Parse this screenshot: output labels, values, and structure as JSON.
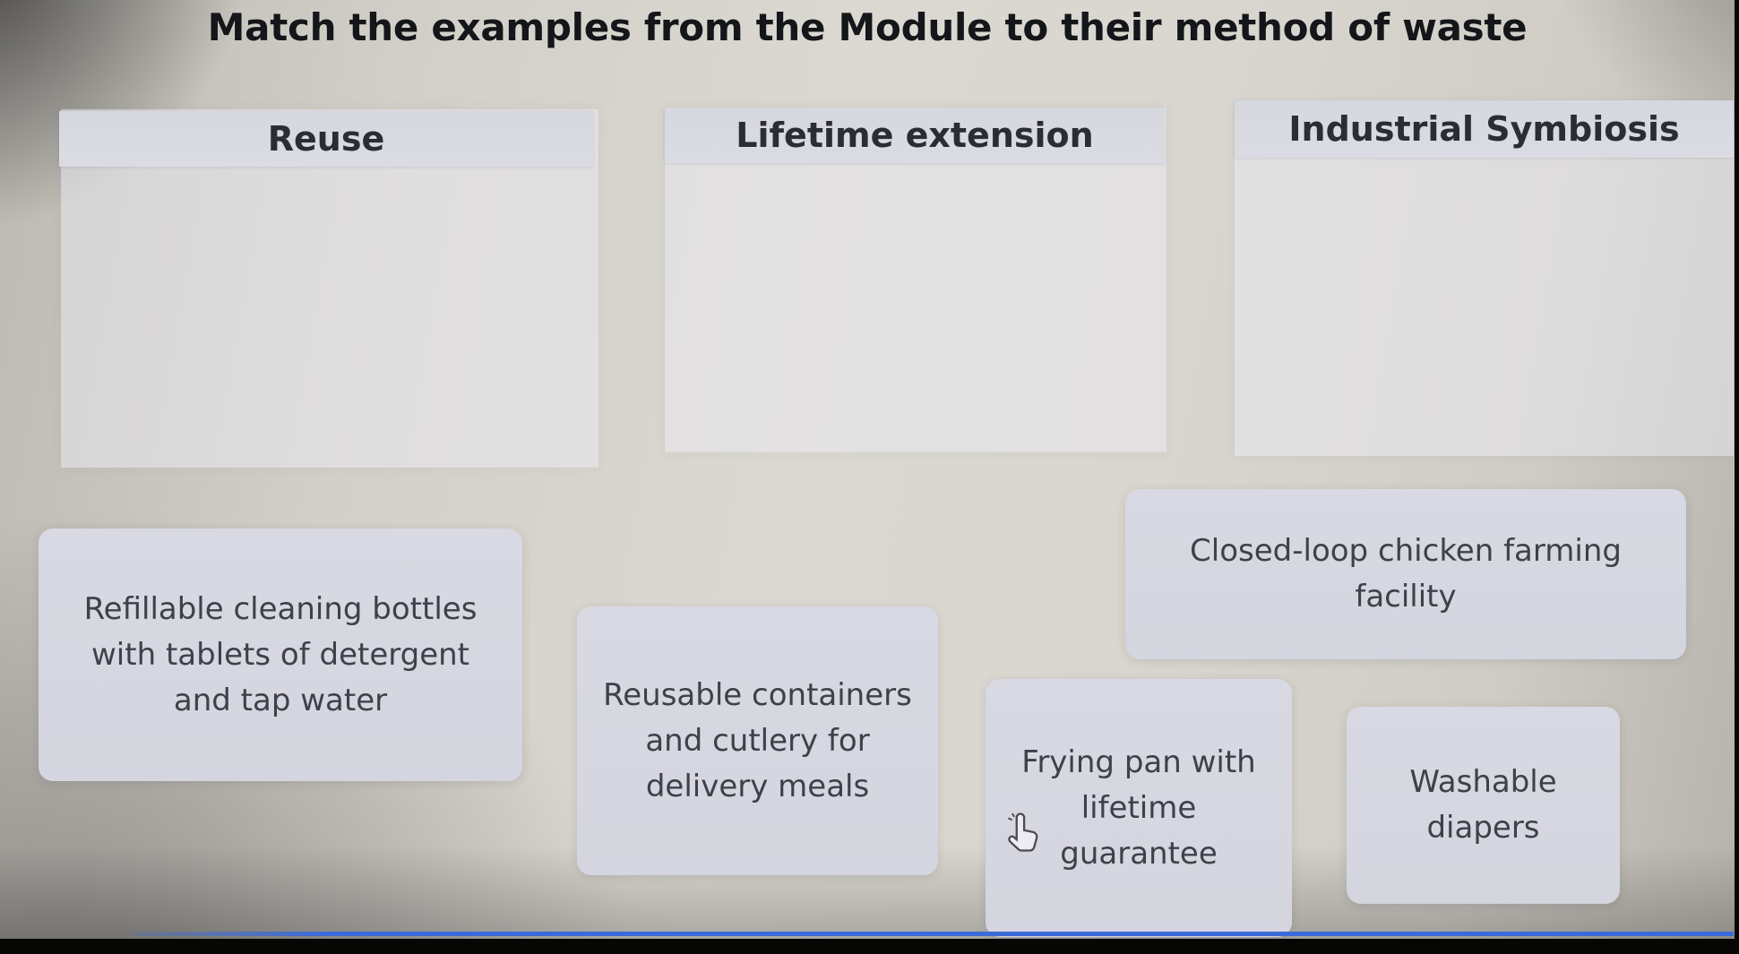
{
  "question": {
    "title": "Match the examples from the Module to their method of waste"
  },
  "categories": [
    {
      "label": "Reuse"
    },
    {
      "label": "Lifetime extension"
    },
    {
      "label": "Industrial Symbiosis"
    }
  ],
  "cards": [
    {
      "label": "Refillable cleaning bottles with tablets of detergent and tap water"
    },
    {
      "label": "Reusable containers and cutlery for delivery meals"
    },
    {
      "label": "Closed-loop chicken farming facility"
    },
    {
      "label": "Frying pan with lifetime guarantee"
    },
    {
      "label": "Washable diapers"
    }
  ],
  "colors": {
    "screen_bg": "#d6d3cc",
    "header_bg": "#d8d9e1",
    "card_bg": "#d7d8e1",
    "text": "#3f404a",
    "title_text": "#15161a",
    "accent_line": "#3a6bd8"
  }
}
